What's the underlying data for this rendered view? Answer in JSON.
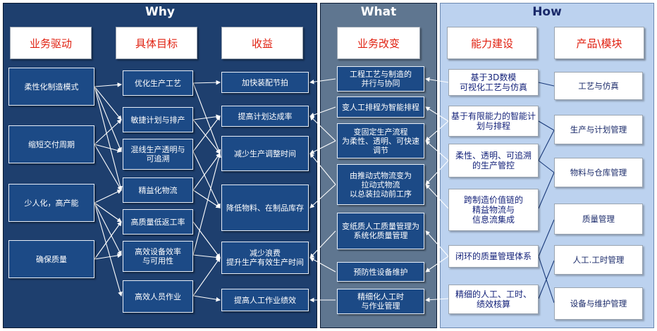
{
  "colors": {
    "why_bg": "#1e3f6e",
    "what_bg": "#5f7690",
    "how_bg": "#bcd2ef",
    "box_bg": "#1c4a86",
    "header_text": "#e02010",
    "how_text": "#1a2a6a"
  },
  "panels": {
    "why": "Why",
    "what": "What",
    "how": "How"
  },
  "headers": {
    "drivers": "业务驱动",
    "goals": "具体目标",
    "benefits": "收益",
    "changes": "业务改变",
    "capabilities": "能力建设",
    "modules": "产品\\模块"
  },
  "drivers": [
    "柔性化制造模式",
    "缩短交付周期",
    "少人化，高产能",
    "确保质量"
  ],
  "goals": [
    "优化生产工艺",
    "敏捷计划与排产",
    "混线生产透明与\n可追溯",
    "精益化物流",
    "高质量低返工率",
    "高效设备效率\n与可用性",
    "高效人员作业"
  ],
  "benefits": [
    "加快装配节拍",
    "提高计划达成率",
    "减少生产调整时间",
    "降低物料、在制品库存",
    "减少浪费\n提升生产有效生产时间",
    "提高人工作业绩效"
  ],
  "changes": [
    "工程工艺与制造的\n并行与协同",
    "变人工排程为智能排程",
    "变固定生产流程\n为柔性、透明、可快速\n调节",
    "由推动式物流变为\n拉动式物流\n以总装拉动前工序",
    "变纸质人工质量管理为\n系统化质量管理",
    "预防性设备维护",
    "精细化人工时\n与作业管理"
  ],
  "capabilities": [
    "基于3D数模\n可视化工艺与仿真",
    "基于有限能力的智能计\n划与排程",
    "柔性、透明、可追溯\n的生产管控",
    "跨制造价值链的\n精益物流与\n信息流集成",
    "闭环的质量管理体系",
    "精细的人工、工时、\n绩效核算"
  ],
  "modules": [
    "工艺与仿真",
    "生产与计划管理",
    "物料与仓库管理",
    "质量管理",
    "人工.工时管理",
    "设备与维护管理"
  ]
}
